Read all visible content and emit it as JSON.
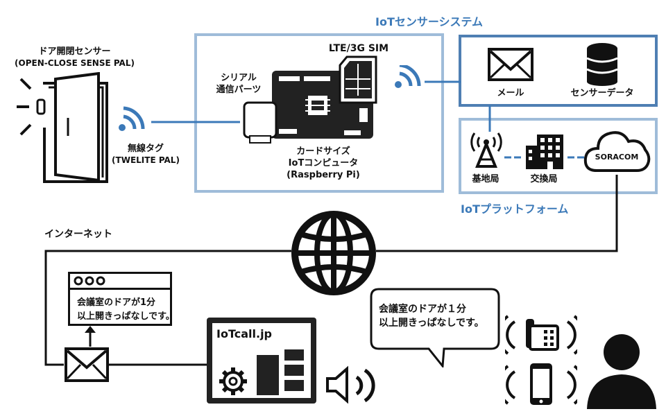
{
  "title": "IoTセンサーシステム",
  "platform_title": "IoTプラットフォーム",
  "door": {
    "name": "ドア開閉センサー",
    "model": "(OPEN-CLOSE SENSE PAL)"
  },
  "tag": {
    "name": "無線タグ",
    "model": "(TWELITE PAL)"
  },
  "serial": {
    "line1": "シリアル",
    "line2": "通信パーツ"
  },
  "sim": "LTE/3G SIM",
  "computer": {
    "line1": "カードサイズ",
    "line2": "IoTコンピュータ",
    "line3": "(Raspberry Pi)"
  },
  "mail_label": "メール",
  "sensor_data_label": "センサーデータ",
  "base_station_label": "基地局",
  "exchange_label": "交換局",
  "soracom_label": "SORACOM",
  "internet_label": "インターネット",
  "browser_msg": {
    "line1": "会議室のドアが1分",
    "line2": "以上開きっぱなしです。"
  },
  "speech_msg": {
    "line1": "会議室のドアが１分",
    "line2": "以上開きっぱなしです。"
  },
  "iotcall_label": "IoTcall.jp",
  "colors": {
    "accent_blue": "#3b79b8",
    "frame_light": "#9fbcd9",
    "frame_dark": "#4f7fb3",
    "ink": "#1a1a1a"
  }
}
